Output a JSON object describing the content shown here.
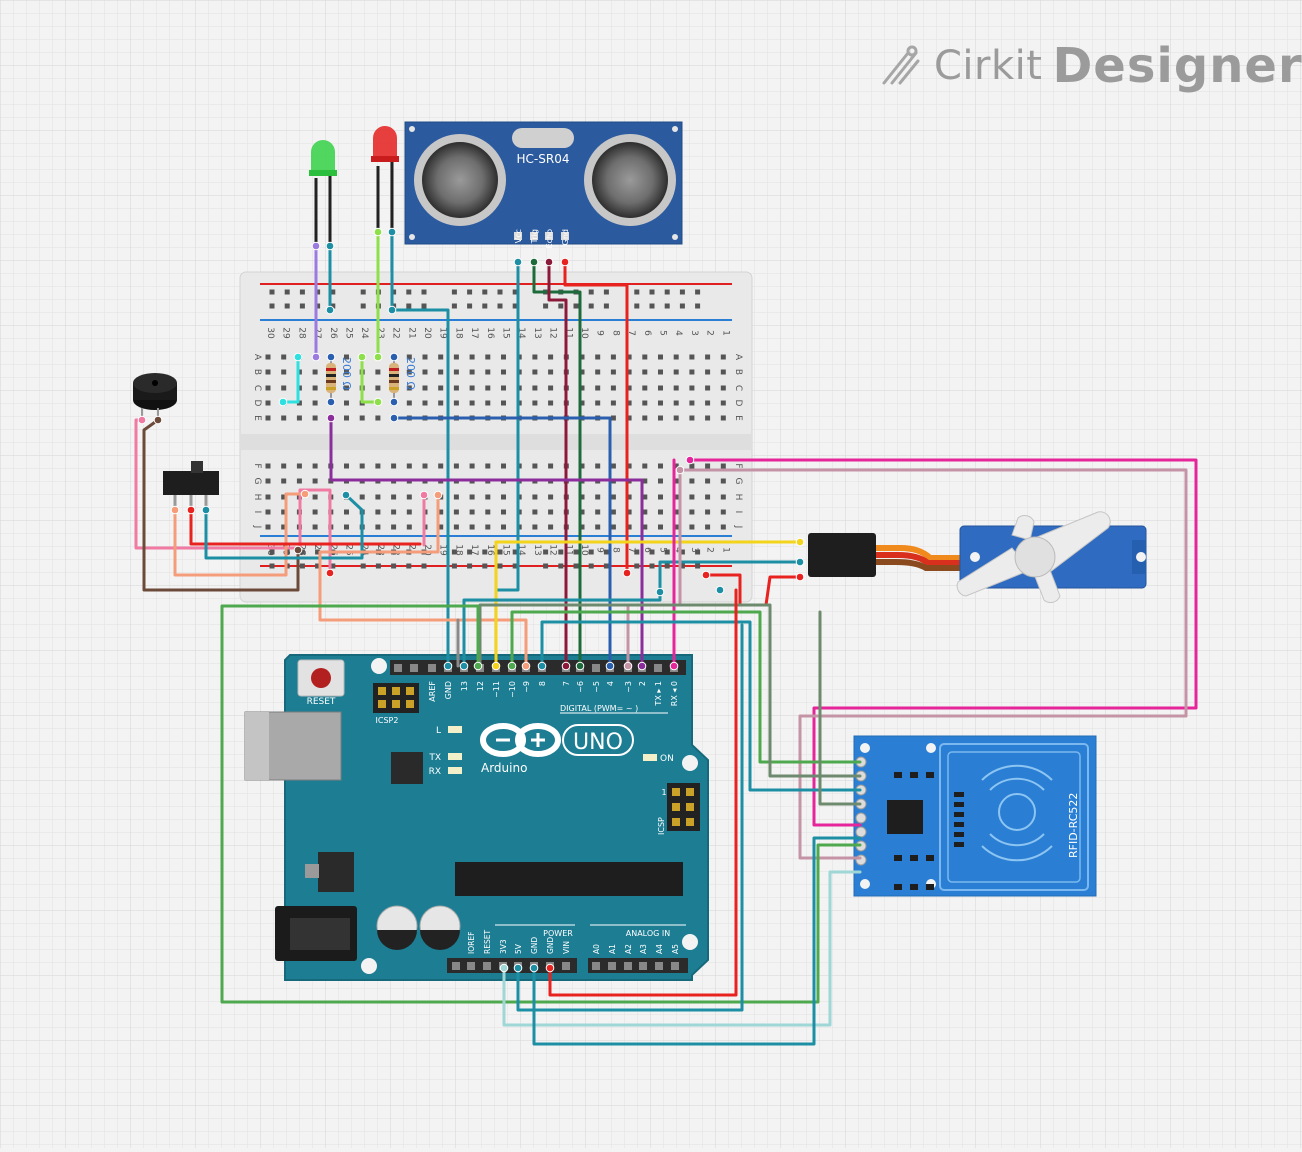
{
  "brand": {
    "name": "Cirkit",
    "product": "Designer",
    "icon": "cirkit-logo-icon"
  },
  "ultrasonic": {
    "model": "HC-SR04",
    "pins": [
      "Vcc",
      "Trig",
      "Echo",
      "Gnd"
    ]
  },
  "resistors": [
    {
      "value": "200 Ω"
    },
    {
      "value": "200 Ω"
    }
  ],
  "breadboard": {
    "col_numbers": [
      "30",
      "29",
      "28",
      "27",
      "26",
      "25",
      "24",
      "23",
      "22",
      "21",
      "20",
      "19",
      "18",
      "17",
      "16",
      "15",
      "14",
      "13",
      "12",
      "11",
      "10",
      "9",
      "8",
      "7",
      "6",
      "5",
      "4",
      "3",
      "2",
      "1"
    ],
    "row_letters_top": [
      "A",
      "B",
      "C",
      "D",
      "E"
    ],
    "row_letters_bottom": [
      "F",
      "G",
      "H",
      "I",
      "J"
    ]
  },
  "arduino": {
    "brand": "Arduino",
    "model": "UNO",
    "reset_label": "RESET",
    "icsp2_label": "ICSP2",
    "icsp_label": "ICSP",
    "led_l": "L",
    "led_tx": "TX",
    "led_rx": "RX",
    "led_on": "ON",
    "digital_label": "DIGITAL (PWM= ~ )",
    "top_pins": [
      "AREF",
      "GND",
      "13",
      "12",
      "~11",
      "~10",
      "~9",
      "8",
      "7",
      "~6",
      "~5",
      "4",
      "~3",
      "2",
      "TX ▸ 1",
      "RX ◂ 0"
    ],
    "power_label": "POWER",
    "power_pins": [
      "IOREF",
      "RESET",
      "3V3",
      "5V",
      "GND",
      "GND",
      "VIN"
    ],
    "analog_label": "ANALOG IN",
    "analog_pins": [
      "A0",
      "A1",
      "A2",
      "A3",
      "A4",
      "A5"
    ],
    "icsp_pin1": "1"
  },
  "rfid": {
    "model": "RFID-RC522"
  },
  "colors": {
    "board_teal": "#1f7f95",
    "rfid_blue": "#2a7fd4",
    "sensor_blue": "#2b5a9e",
    "wire_red": "#e8221f",
    "wire_pink": "#e6259a",
    "wire_green": "#4da84e",
    "wire_teal": "#1c8fa5",
    "wire_purple": "#8b2d9a",
    "wire_yellow": "#f4d41a"
  }
}
